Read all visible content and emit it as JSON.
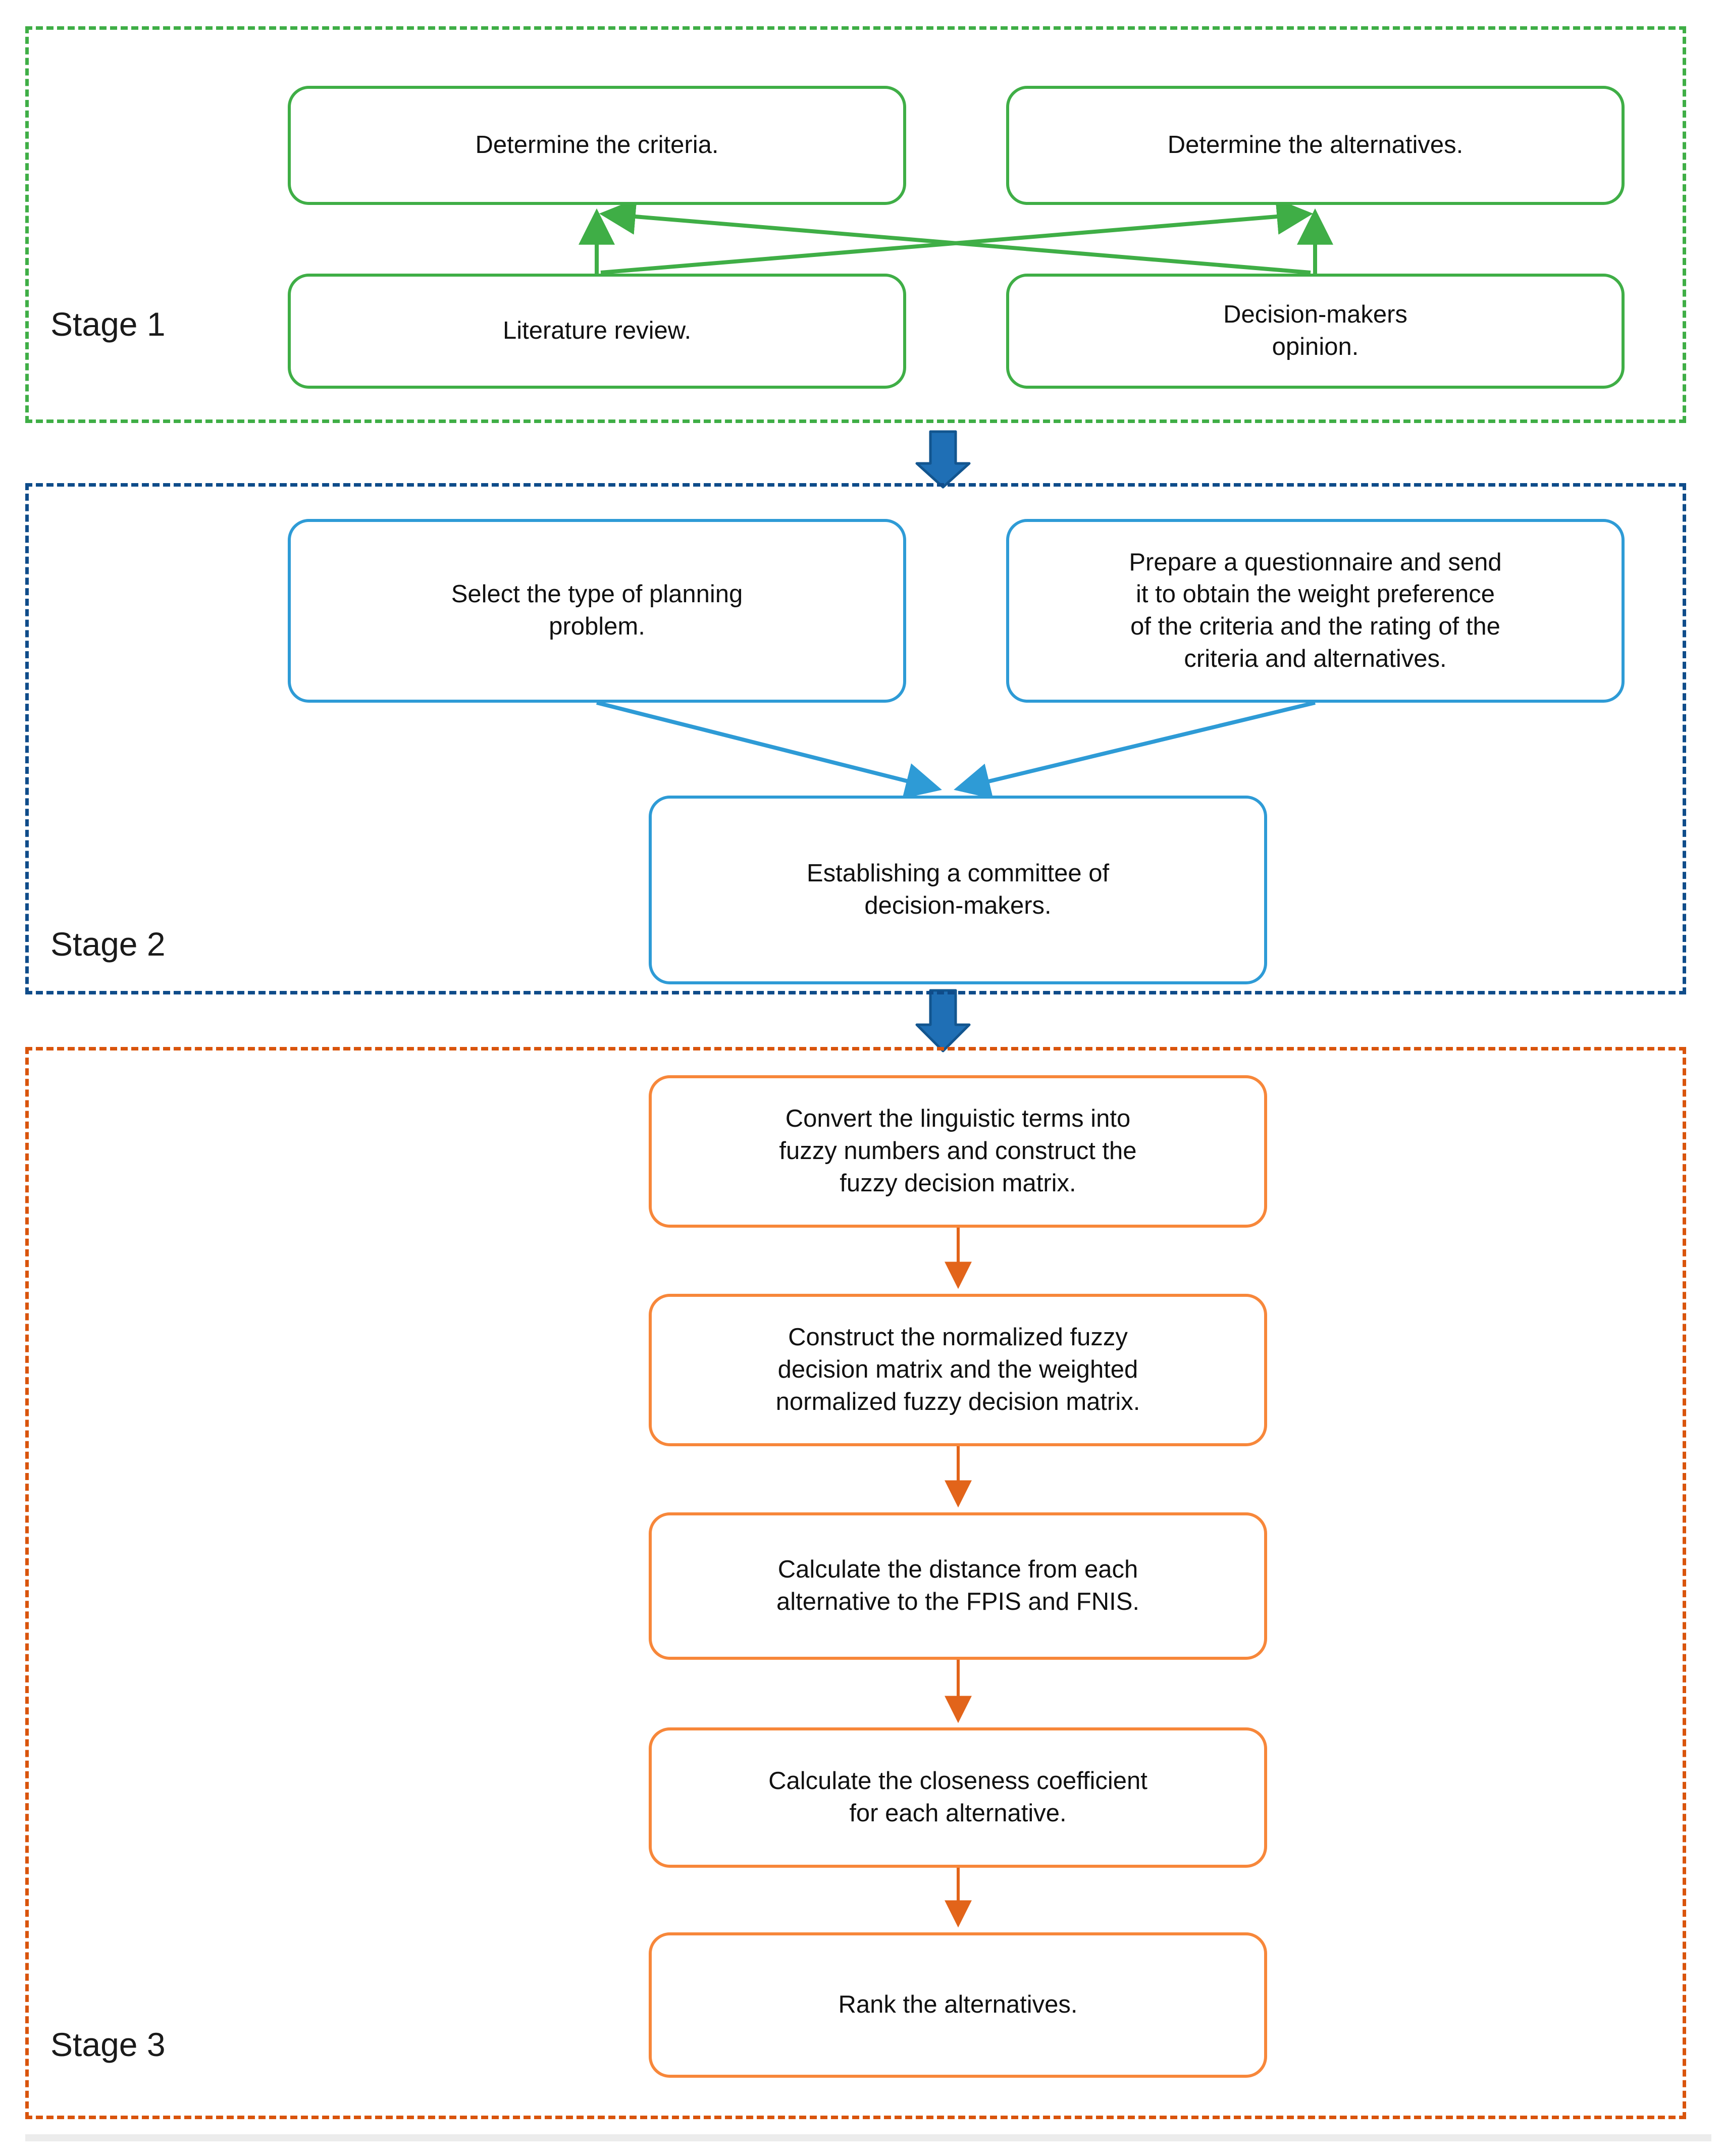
{
  "diagram": {
    "title": "Three-stage fuzzy TOPSIS decision methodology flowchart",
    "colors": {
      "stage1_border": "#3FAE46",
      "stage2_border": "#0F4C8A",
      "stage3_border": "#D9540C",
      "node_green": "#3FAE46",
      "node_blue": "#2E9BD6",
      "node_orange": "#F7873A",
      "arrow_green": "#3FAE46",
      "arrow_blue": "#2E9BD6",
      "arrow_orange": "#E2641A",
      "block_arrow_blue": "#1F6FB5",
      "text": "#111111",
      "background": "#FFFFFF"
    },
    "stages": [
      {
        "id": "stage-1",
        "label": "Stage 1",
        "nodes": [
          {
            "id": "determine-criteria",
            "text": "Determine the criteria."
          },
          {
            "id": "determine-alternatives",
            "text": "Determine the alternatives."
          },
          {
            "id": "literature-review",
            "text": "Literature review."
          },
          {
            "id": "decision-makers-opinion",
            "text": "Decision-makers\nopinion."
          }
        ]
      },
      {
        "id": "stage-2",
        "label": "Stage 2",
        "nodes": [
          {
            "id": "select-planning-problem",
            "text": "Select the type of planning\nproblem."
          },
          {
            "id": "prepare-questionnaire",
            "text": "Prepare a questionnaire and send\nit to obtain the weight preference\nof the criteria and the rating of the\ncriteria and alternatives."
          },
          {
            "id": "establish-committee",
            "text": "Establishing a committee of\ndecision-makers."
          }
        ]
      },
      {
        "id": "stage-3",
        "label": "Stage 3",
        "nodes": [
          {
            "id": "convert-linguistic-terms",
            "text": "Convert the linguistic terms into\nfuzzy numbers and construct the\nfuzzy decision matrix."
          },
          {
            "id": "construct-normalized-matrix",
            "text": "Construct the normalized fuzzy\ndecision matrix and  the weighted\nnormalized fuzzy decision matrix."
          },
          {
            "id": "calculate-distance",
            "text": "Calculate the distance from each\nalternative to the FPIS and FNIS."
          },
          {
            "id": "calculate-closeness",
            "text": "Calculate the closeness coefficient\nfor each alternative."
          },
          {
            "id": "rank-alternatives",
            "text": "Rank the alternatives."
          }
        ]
      }
    ],
    "connectors": [
      {
        "id": "lit-review-to-criteria",
        "from": "literature-review",
        "to": "determine-criteria",
        "style": "vertical",
        "color": "#3FAE46"
      },
      {
        "id": "lit-review-to-alternatives",
        "from": "literature-review",
        "to": "determine-alternatives",
        "style": "diagonal",
        "color": "#3FAE46"
      },
      {
        "id": "dm-opinion-to-alternatives",
        "from": "decision-makers-opinion",
        "to": "determine-alternatives",
        "style": "vertical",
        "color": "#3FAE46"
      },
      {
        "id": "dm-opinion-to-criteria",
        "from": "decision-makers-opinion",
        "to": "determine-criteria",
        "style": "diagonal",
        "color": "#3FAE46"
      },
      {
        "id": "stage1-to-stage2",
        "from": "stage-1",
        "to": "stage-2",
        "style": "block",
        "color": "#1F6FB5"
      },
      {
        "id": "planning-to-committee",
        "from": "select-planning-problem",
        "to": "establish-committee",
        "style": "diagonal",
        "color": "#2E9BD6"
      },
      {
        "id": "questionnaire-to-committee",
        "from": "prepare-questionnaire",
        "to": "establish-committee",
        "style": "diagonal",
        "color": "#2E9BD6"
      },
      {
        "id": "stage2-to-stage3",
        "from": "stage-2",
        "to": "stage-3",
        "style": "block",
        "color": "#1F6FB5"
      },
      {
        "id": "convert-to-construct",
        "from": "convert-linguistic-terms",
        "to": "construct-normalized-matrix",
        "style": "vertical",
        "color": "#E2641A"
      },
      {
        "id": "construct-to-distance",
        "from": "construct-normalized-matrix",
        "to": "calculate-distance",
        "style": "vertical",
        "color": "#E2641A"
      },
      {
        "id": "distance-to-closeness",
        "from": "calculate-distance",
        "to": "calculate-closeness",
        "style": "vertical",
        "color": "#E2641A"
      },
      {
        "id": "closeness-to-rank",
        "from": "calculate-closeness",
        "to": "rank-alternatives",
        "style": "vertical",
        "color": "#E2641A"
      }
    ]
  }
}
